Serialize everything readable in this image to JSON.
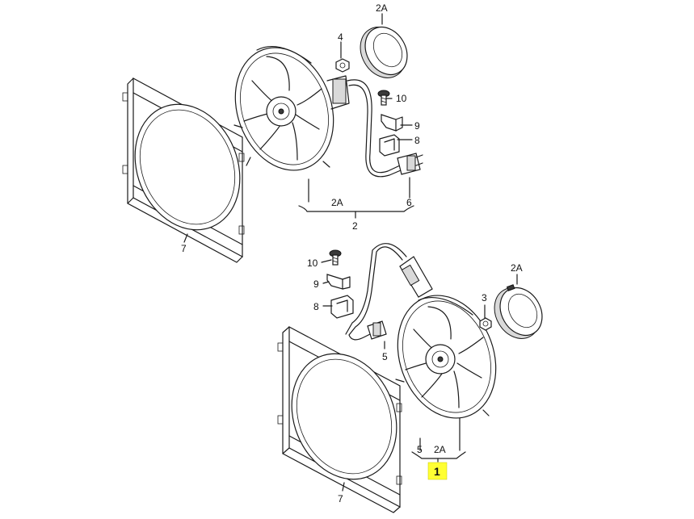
{
  "labels": {
    "cap_top": "2A",
    "nut_top": "4",
    "screw_top": "10",
    "bracket_top": "9",
    "holder_top": "8",
    "connector_top": "6",
    "bracket_group_top_sub": "2A",
    "bracket_group_top": "2",
    "shroud_top": "7",
    "screw_bottom": "10",
    "bracket_bottom": "9",
    "holder_bottom": "8",
    "connector_bottom": "5",
    "nut_bottom": "3",
    "cap_bottom": "2A",
    "bracket_group_bottom_sub_left": "5",
    "bracket_group_bottom_sub_right": "2A",
    "highlight": "1",
    "shroud_bottom": "7"
  },
  "colors": {
    "highlight": "#ffff33",
    "line": "#1a1a1a"
  }
}
